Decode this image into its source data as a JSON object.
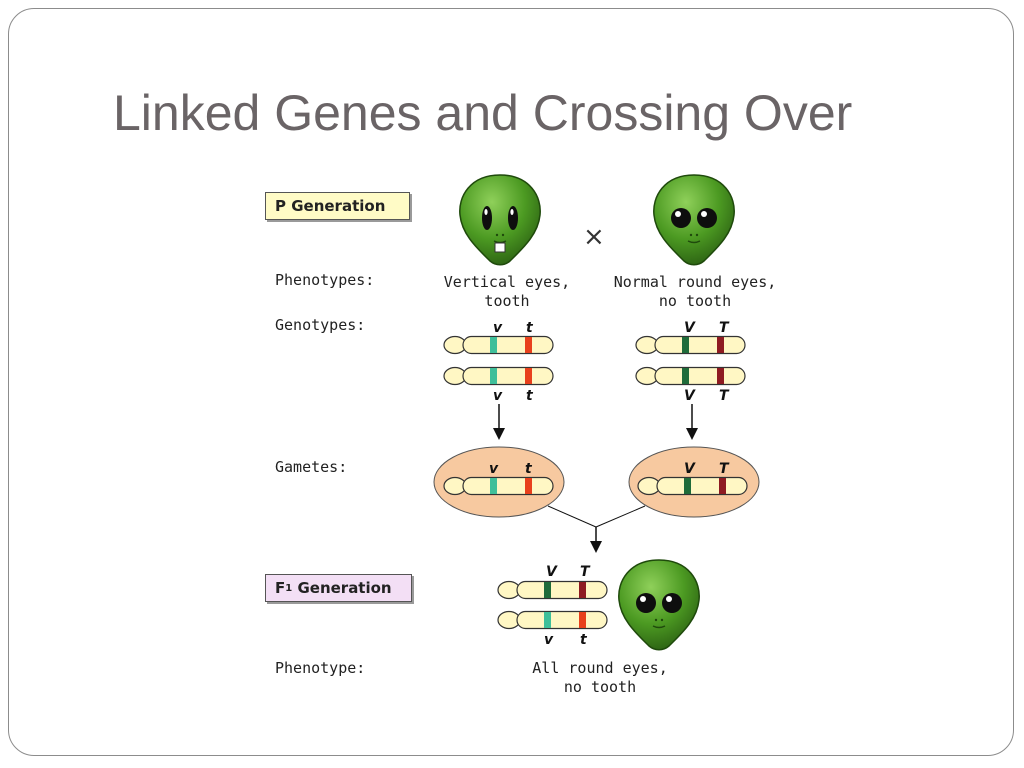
{
  "slide": {
    "title": "Linked Genes and Crossing Over"
  },
  "diagram": {
    "p_generation_label": "P Generation",
    "f1_generation_prefix": "F",
    "f1_generation_sub": "1",
    "f1_generation_suffix": "Generation",
    "row_labels": {
      "phenotypes": "Phenotypes:",
      "genotypes": "Genotypes:",
      "gametes": "Gametes:",
      "phenotype": "Phenotype:"
    },
    "cross_symbol": "×",
    "parent1": {
      "phenotype_line1": "Vertical eyes,",
      "phenotype_line2": "tooth",
      "allele_v": "v",
      "allele_t": "t"
    },
    "parent2": {
      "phenotype_line1": "Normal round eyes,",
      "phenotype_line2": "no tooth",
      "allele_v": "V",
      "allele_t": "T"
    },
    "f1": {
      "phenotype_line1": "All round eyes,",
      "phenotype_line2": "no tooth",
      "top_allele_v": "V",
      "top_allele_t": "T",
      "bottom_allele_v": "v",
      "bottom_allele_t": "t"
    },
    "colors": {
      "alien_green": "#4c9a22",
      "chromosome_fill": "#fff7c4",
      "gamete_fill": "#f7c9a0",
      "recessive_v_band": "#3fbf9a",
      "recessive_t_band": "#e8401c",
      "dominant_v_band": "#1f6b3a",
      "dominant_t_band": "#8e1b22"
    }
  }
}
